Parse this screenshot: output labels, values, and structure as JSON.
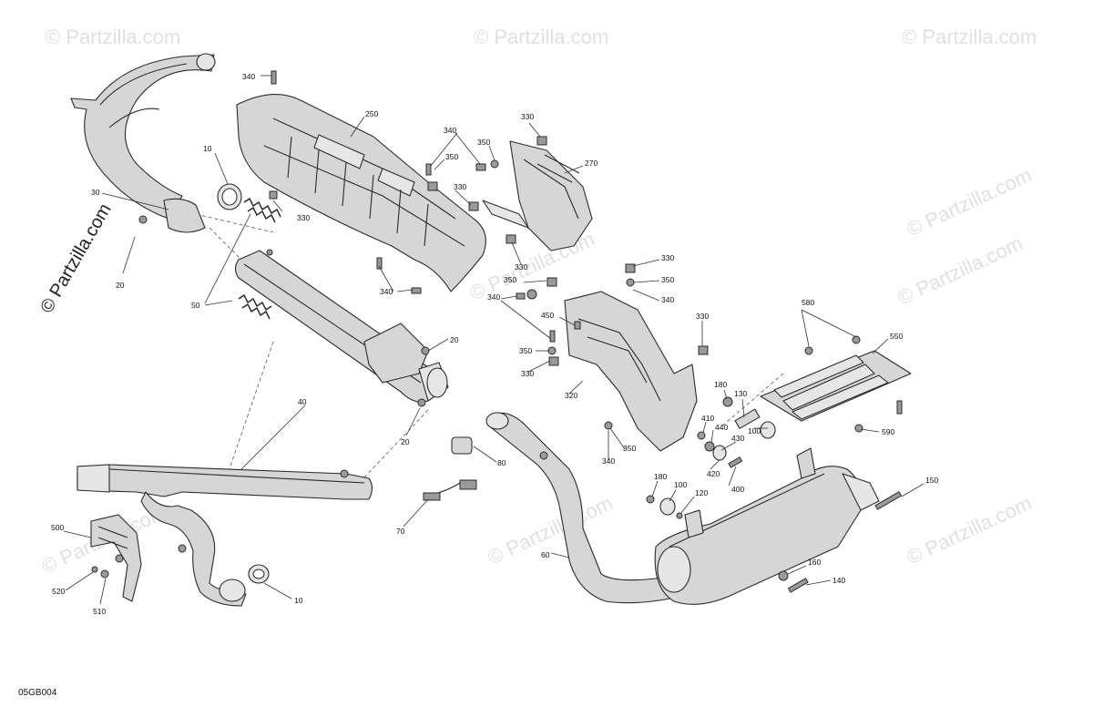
{
  "watermark": {
    "text": "© Partzilla.com",
    "rotated_text": "© Partzilla.com"
  },
  "diagram_code": "05GB004",
  "labels": {
    "p340a": "340",
    "p250": "250",
    "p10a": "10",
    "p30": "30",
    "p330a": "330",
    "p20a": "20",
    "p50": "50",
    "p340b": "340",
    "p350a": "350",
    "p330b": "330",
    "p350b": "350",
    "p330c": "330",
    "p270": "270",
    "p340c": "340",
    "p330d": "330",
    "p350c": "350",
    "p340d": "340",
    "p330e": "330",
    "p350d": "350",
    "p340e": "340",
    "p450": "450",
    "p350e": "350",
    "p330f": "330",
    "p330g": "330",
    "p20b": "20",
    "p20c": "20",
    "p40": "40",
    "p320": "320",
    "p580": "580",
    "p550": "550",
    "p180a": "180",
    "p130": "130",
    "p410": "410",
    "p440": "440",
    "p100a": "100",
    "p430": "430",
    "p420": "420",
    "p400": "400",
    "p590": "590",
    "p350f": "350",
    "p340f": "340",
    "p80": "80",
    "p70": "70",
    "p180b": "180",
    "p100b": "100",
    "p120": "120",
    "p150": "150",
    "p60": "60",
    "p160": "160",
    "p140": "140",
    "p500": "500",
    "p520": "520",
    "p510": "510",
    "p10b": "10"
  }
}
